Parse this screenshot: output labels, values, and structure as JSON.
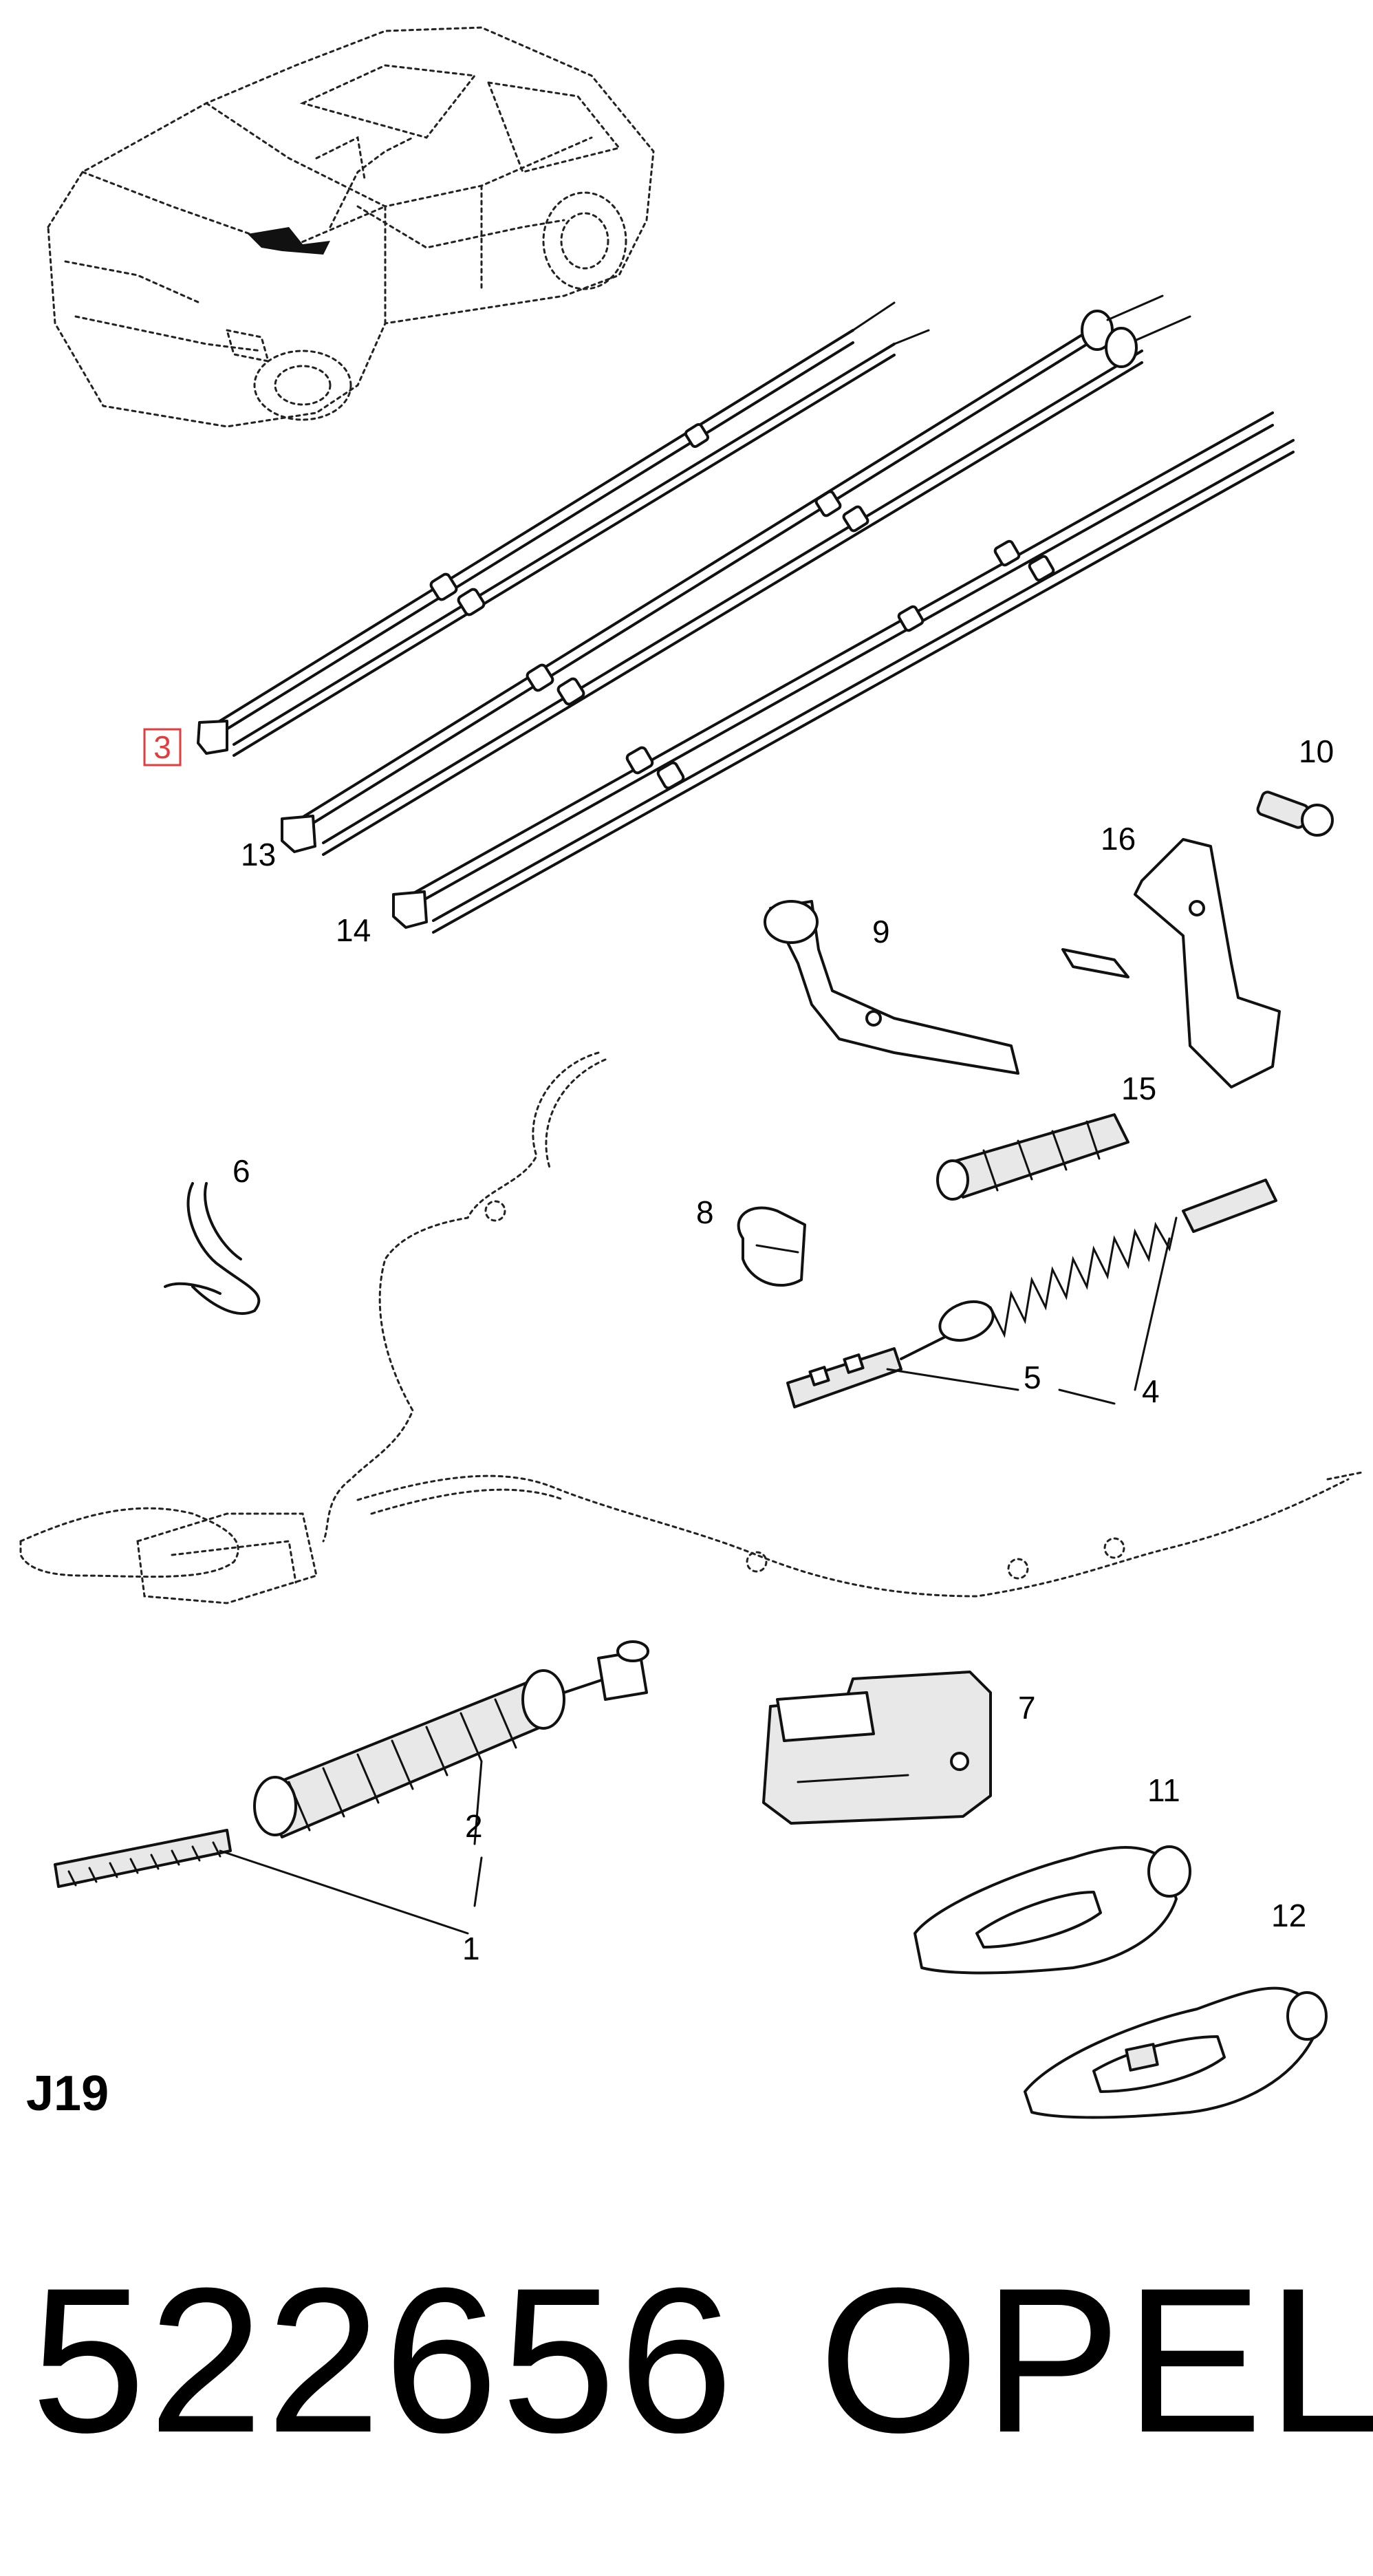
{
  "diagram": {
    "code": "J19",
    "part_number": "522656",
    "brand": "OPEL",
    "highlighted_callout": "3",
    "callouts": [
      "1",
      "2",
      "3",
      "4",
      "5",
      "6",
      "7",
      "8",
      "9",
      "10",
      "11",
      "12",
      "13",
      "14",
      "15",
      "16"
    ],
    "colors": {
      "line": "#111111",
      "highlight": "#e23c3c",
      "background": "#ffffff"
    }
  }
}
